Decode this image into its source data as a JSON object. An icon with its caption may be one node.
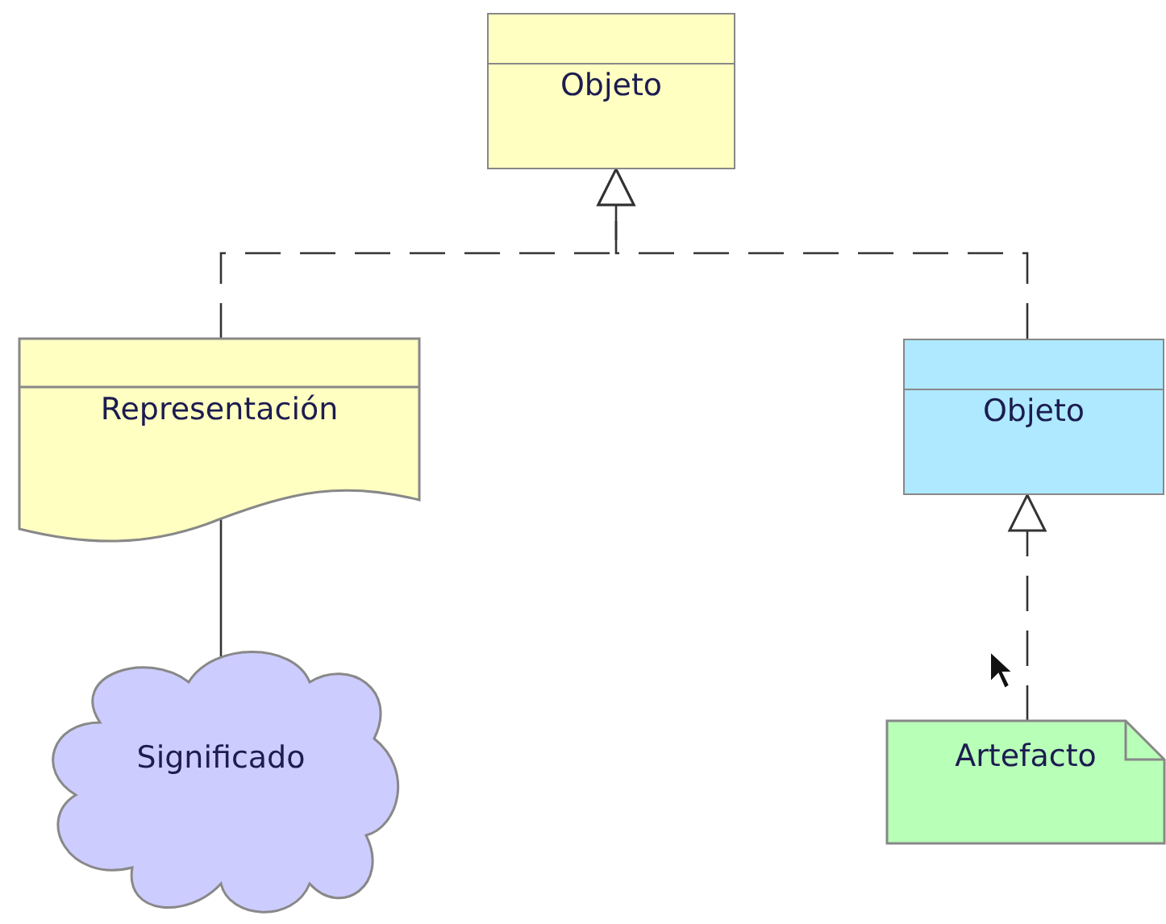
{
  "diagram": {
    "nodes": [
      {
        "text": [
          "Objeto"
        ]
      },
      {
        "text": [
          "Representación"
        ]
      },
      {
        "text": [
          "Objeto"
        ]
      },
      {
        "text": [
          "Significado"
        ]
      },
      {
        "text": [
          "Artefacto"
        ]
      }
    ],
    "edges": [
      {
        "from": 1,
        "to": 0,
        "arrow": "to",
        "style": "dashed"
      },
      {
        "from": 2,
        "to": 0,
        "arrow": "to",
        "style": "dashed"
      },
      {
        "from": 4,
        "to": 2,
        "arrow": "to",
        "style": "dashed"
      },
      {
        "from": 1,
        "to": 3,
        "arrow": "none"
      }
    ]
  }
}
